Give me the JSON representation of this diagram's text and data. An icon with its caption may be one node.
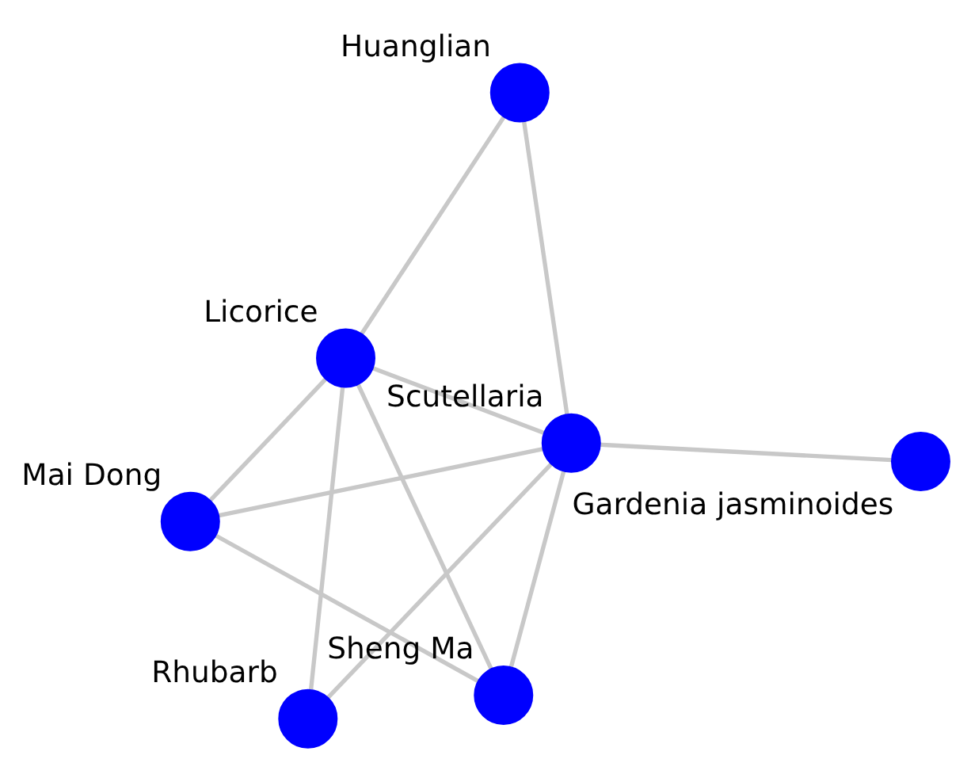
{
  "diagram": {
    "nodes": [
      {
        "text": [
          "Mai Dong"
        ]
      },
      {
        "text": [
          "Gardenia jasminoides"
        ]
      },
      {
        "text": [
          "Sheng Ma"
        ]
      },
      {
        "text": [
          "Scutellaria"
        ]
      },
      {
        "text": [
          "Licorice"
        ]
      },
      {
        "text": [
          "Huanglian"
        ]
      },
      {
        "text": [
          "Rhubarb"
        ]
      }
    ],
    "edges": [
      {
        "from": 0,
        "to": 2,
        "arrow": "none"
      },
      {
        "from": 0,
        "to": 4,
        "arrow": "none"
      },
      {
        "from": 0,
        "to": 3,
        "arrow": "none"
      },
      {
        "from": 1,
        "to": 3,
        "arrow": "none"
      },
      {
        "from": 2,
        "to": 3,
        "arrow": "none"
      },
      {
        "from": 2,
        "to": 4,
        "arrow": "none"
      },
      {
        "from": 3,
        "to": 4,
        "arrow": "none"
      },
      {
        "from": 3,
        "to": 5,
        "arrow": "none"
      },
      {
        "from": 3,
        "to": 6,
        "arrow": "none"
      },
      {
        "from": 4,
        "to": 5,
        "arrow": "none"
      },
      {
        "from": 4,
        "to": 6,
        "arrow": "none"
      }
    ]
  }
}
